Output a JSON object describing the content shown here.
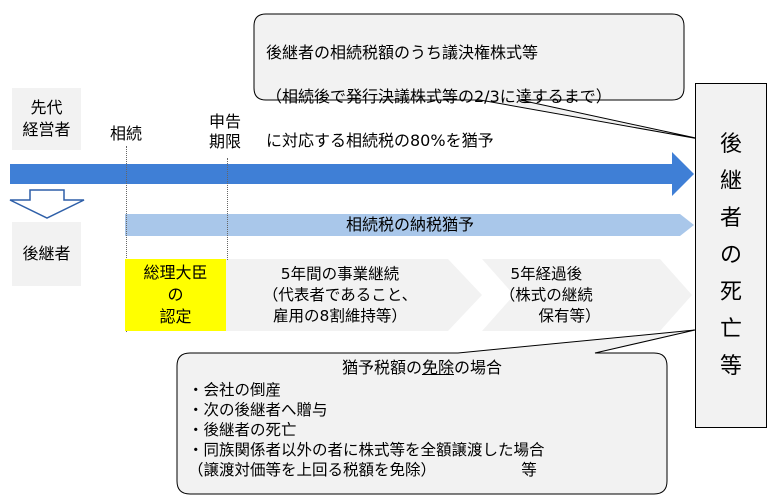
{
  "top_callout": {
    "lines": [
      "後継者の相続税額のうち議決権株式等",
      "（相続後で発行決議株式等の2/3に達するまで）",
      "に対応する相続税の80%を猶予"
    ]
  },
  "actors": {
    "predecessor": "先代\n経営者",
    "successor": "後継者"
  },
  "timeline": {
    "inheritance": "相続",
    "filing_deadline": "申告\n期限"
  },
  "deferral_bar": "相続税の納税猶予",
  "steps": {
    "approval": "総理大臣\nの\n認定",
    "continuation": "5年間の事業継続\n（代表者であること、\n雇用の8割維持等）",
    "after": "5年経過後\n（株式の継続\n　　　保有等）"
  },
  "end_event": [
    "後",
    "継",
    "者",
    "の",
    "死",
    "亡",
    "等"
  ],
  "exemption": {
    "title_prefix": "猶予税額の",
    "title_emph": "免除",
    "title_suffix": "の場合",
    "items": [
      "・会社の倒産",
      "・次の後継者へ贈与",
      "・後継者の死亡",
      "・同族関係者以外の者に株式等を全額譲渡した場合",
      "（譲渡対価等を上回る税額を免除）　　　　　　等"
    ]
  },
  "colors": {
    "arrow_blue": "#3f7fd6",
    "bar_light_blue": "#a9c7ea",
    "approval_yellow": "#ffff00",
    "box_gray": "#f2f2f2",
    "chevron_gray": "#f2f2f2"
  }
}
